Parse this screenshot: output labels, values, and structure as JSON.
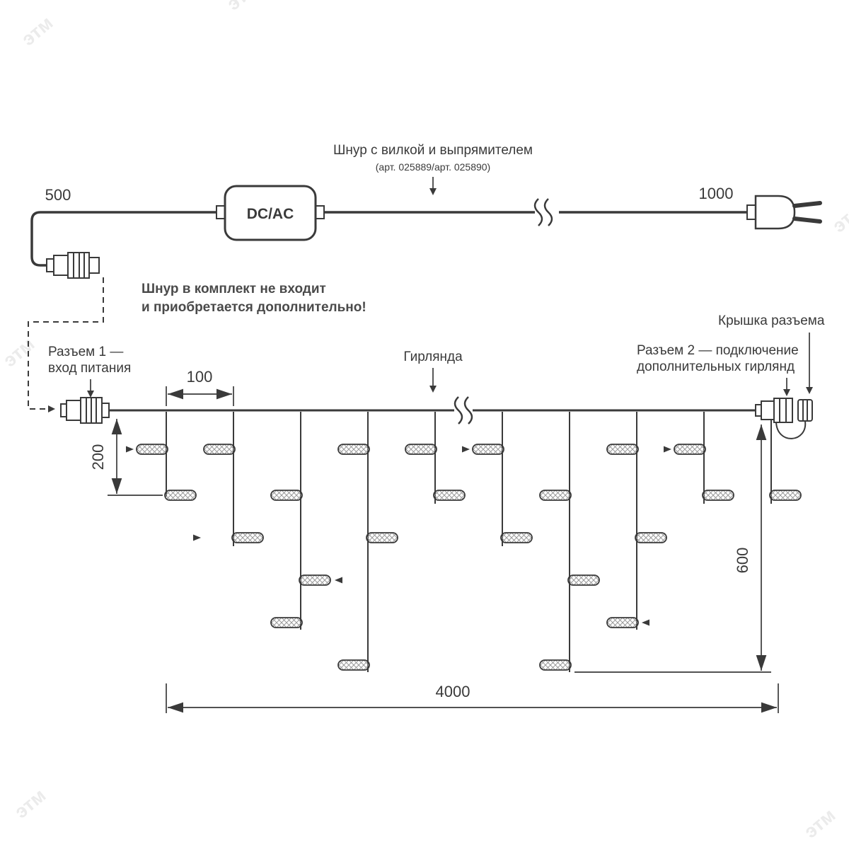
{
  "watermark": {
    "text": "этм"
  },
  "power_cord": {
    "title": "Шнур с вилкой и выпрямителем",
    "subtitle": "(арт. 025889/арт. 025890)",
    "length_left": "500",
    "length_right": "1000",
    "converter_label": "DC/AC"
  },
  "note": {
    "line1": "Шнур в комплект не входит",
    "line2": "и приобретается дополнительно!"
  },
  "callouts": {
    "connector1_line1": "Разъем 1 —",
    "connector1_line2": "вход питания",
    "garland": "Гирлянда",
    "connector_cap": "Крышка разъема",
    "connector2_line1": "Разъем 2 — подключение",
    "connector2_line2": "дополнительных гирлянд"
  },
  "dimensions": {
    "drop_spacing": "100",
    "first_drop_length": "200",
    "curtain_height": "600",
    "garland_length": "4000"
  },
  "colors": {
    "line": "#3a3a3a",
    "note_text": "#4a4a4a",
    "watermark": "#ebebeb",
    "background": "#ffffff"
  }
}
